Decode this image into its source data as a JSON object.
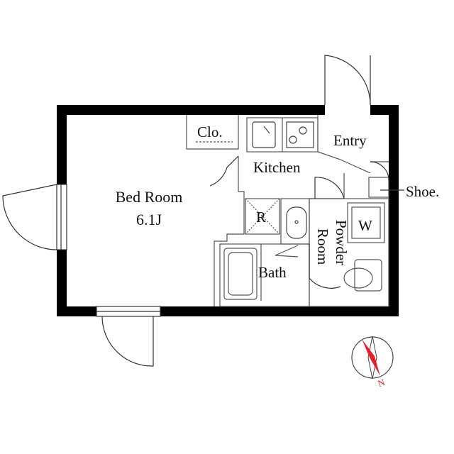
{
  "rooms": {
    "bedroom": "Bed Room",
    "bedroom_size": "6.1J",
    "closet": "Clo.",
    "kitchen": "Kitchen",
    "entry": "Entry",
    "shoe": "Shoe.",
    "fridge": "R",
    "washer": "W",
    "powder": "Powder",
    "room": "Room",
    "bath": "Bath"
  },
  "compass": {
    "label": "N"
  },
  "colors": {
    "wall": "#000000",
    "line": "#444444",
    "accent": "#e8202a"
  }
}
